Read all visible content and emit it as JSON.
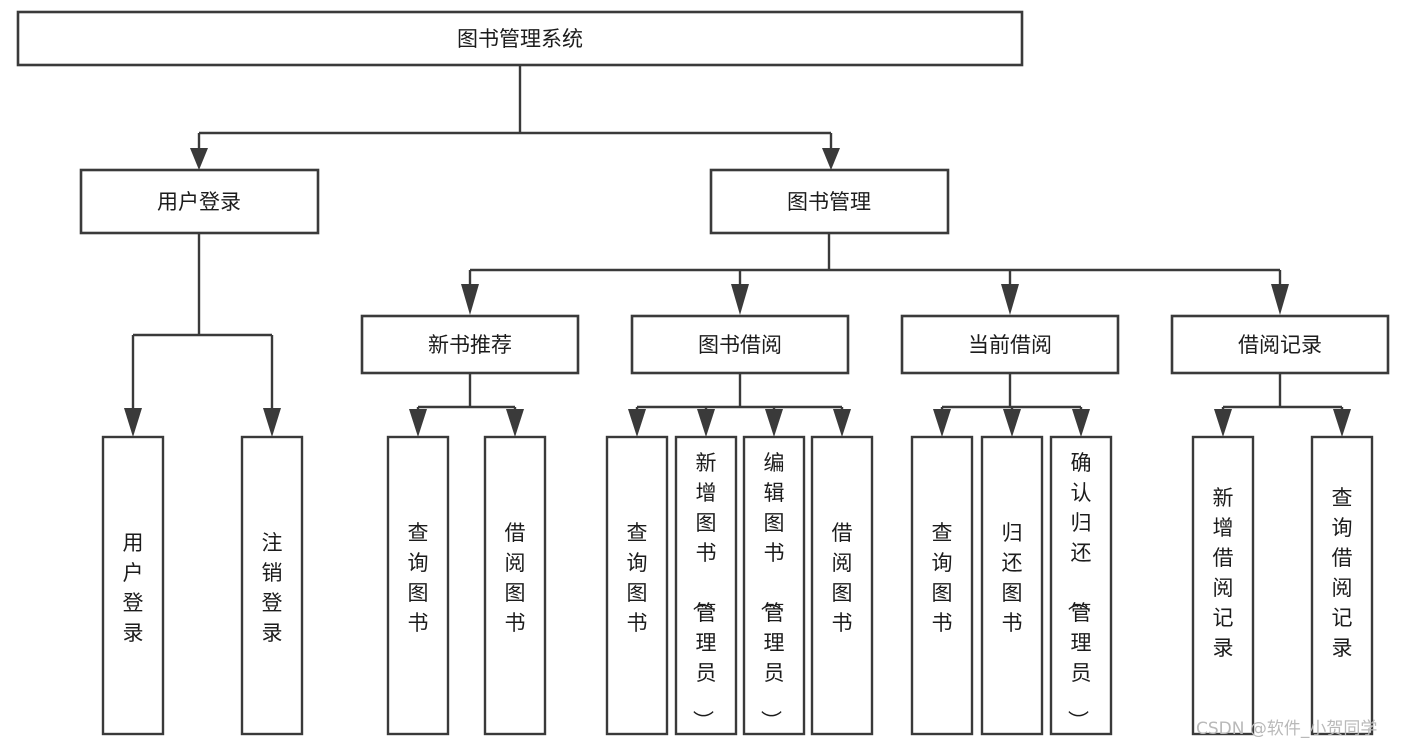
{
  "diagram": {
    "title": "图书管理系统",
    "type": "tree-hierarchy-functional-structure",
    "background_color": "#ffffff",
    "line_color": "#3a3a3a",
    "text_color": "#1c1c1c"
  },
  "root": {
    "label": "图书管理系统"
  },
  "level1": [
    {
      "label": "用户登录"
    },
    {
      "label": "图书管理"
    }
  ],
  "level2": [
    {
      "label": "新书推荐"
    },
    {
      "label": "图书借阅"
    },
    {
      "label": "当前借阅"
    },
    {
      "label": "借阅记录"
    }
  ],
  "leaves": {
    "user_login": [
      {
        "label": "用户登录"
      },
      {
        "label": "注销登录"
      }
    ],
    "new_book_recommend": [
      {
        "label": "查询图书"
      },
      {
        "label": "借阅图书"
      }
    ],
    "book_borrow": [
      {
        "label": "查询图书"
      },
      {
        "label": "新增图书（管理员）"
      },
      {
        "label": "编辑图书（管理员）"
      },
      {
        "label": "借阅图书"
      }
    ],
    "current_borrow": [
      {
        "label": "查询图书"
      },
      {
        "label": "归还图书"
      },
      {
        "label": "确认归还（管理员）"
      }
    ],
    "borrow_record": [
      {
        "label": "新增借阅记录"
      },
      {
        "label": "查询借阅记录"
      }
    ]
  },
  "watermark": {
    "text": "CSDN @软件_小贺同学"
  }
}
